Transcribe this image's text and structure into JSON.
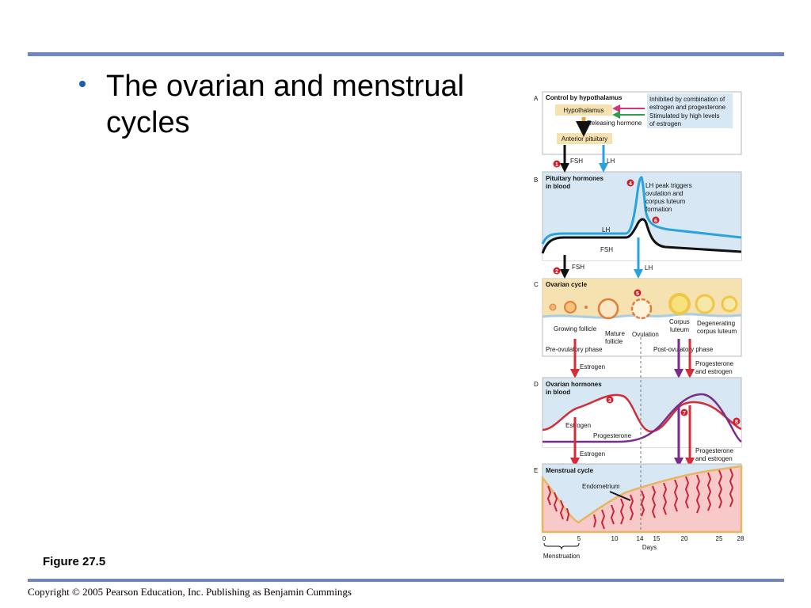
{
  "slide": {
    "bullet": "The ovarian and menstrual cycles",
    "figure_label": "Figure 27.5",
    "copyright": "Copyright © 2005 Pearson Education, Inc. Publishing as Benjamin Cummings"
  },
  "diagram": {
    "panel_letters": [
      "A",
      "B",
      "C",
      "D",
      "E"
    ],
    "panel_a": {
      "title": "Control by hypothalamus",
      "hypothalamus": "Hypothalamus",
      "releasing_hormone": "Releasing hormone",
      "anterior_pituitary": "Anterior pituitary",
      "inhibited_line1": "Inhibited by combination of",
      "inhibited_line2": "estrogen and progesterone",
      "stimulated_line1": "Stimulated by high levels",
      "stimulated_line2": "of estrogen",
      "fsh": "FSH",
      "lh": "LH"
    },
    "panel_b": {
      "title_line1": "Pituitary hormones",
      "title_line2": "in blood",
      "lh_peak_line1": "LH peak triggers",
      "lh_peak_line2": "ovulation and",
      "lh_peak_line3": "corpus luteum",
      "lh_peak_line4": "formation",
      "lh_curve": "LH",
      "fsh_curve": "FSH",
      "fsh_below": "FSH",
      "lh_below": "LH"
    },
    "panel_c": {
      "title": "Ovarian cycle",
      "growing_follicle": "Growing follicle",
      "mature_follicle_line1": "Mature",
      "mature_follicle_line2": "follicle",
      "ovulation": "Ovulation",
      "corpus_luteum_line1": "Corpus",
      "corpus_luteum_line2": "luteum",
      "degenerating_line1": "Degenerating",
      "degenerating_line2": "corpus luteum",
      "pre_ovulatory": "Pre-ovulatory phase",
      "post_ovulatory": "Post-ovulatory phase",
      "estrogen": "Estrogen",
      "prog_estrogen_line1": "Progesterone",
      "prog_estrogen_line2": "and estrogen"
    },
    "panel_d": {
      "title_line1": "Ovarian hormones",
      "title_line2": "in blood",
      "estrogen_curve": "Estrogen",
      "progesterone_curve": "Progesterone",
      "estrogen": "Estrogen",
      "prog_estrogen_line1": "Progesterone",
      "prog_estrogen_line2": "and estrogen"
    },
    "panel_e": {
      "title": "Menstrual cycle",
      "endometrium": "Endometrium",
      "days_label": "Days",
      "menstruation": "Menstruation",
      "day_ticks": [
        "0",
        "5",
        "10",
        "14",
        "15",
        "20",
        "25",
        "28"
      ]
    },
    "step_markers": [
      "1",
      "2",
      "3",
      "4",
      "5",
      "6",
      "7",
      "8"
    ],
    "colors": {
      "panel_blue": "#d7e8f4",
      "tan": "#f6e2b0",
      "lh_blue": "#2aa3dc",
      "estrogen_red": "#d42d3a",
      "progesterone_purple": "#7a2b8c",
      "marker_red": "#d01f2a"
    }
  }
}
